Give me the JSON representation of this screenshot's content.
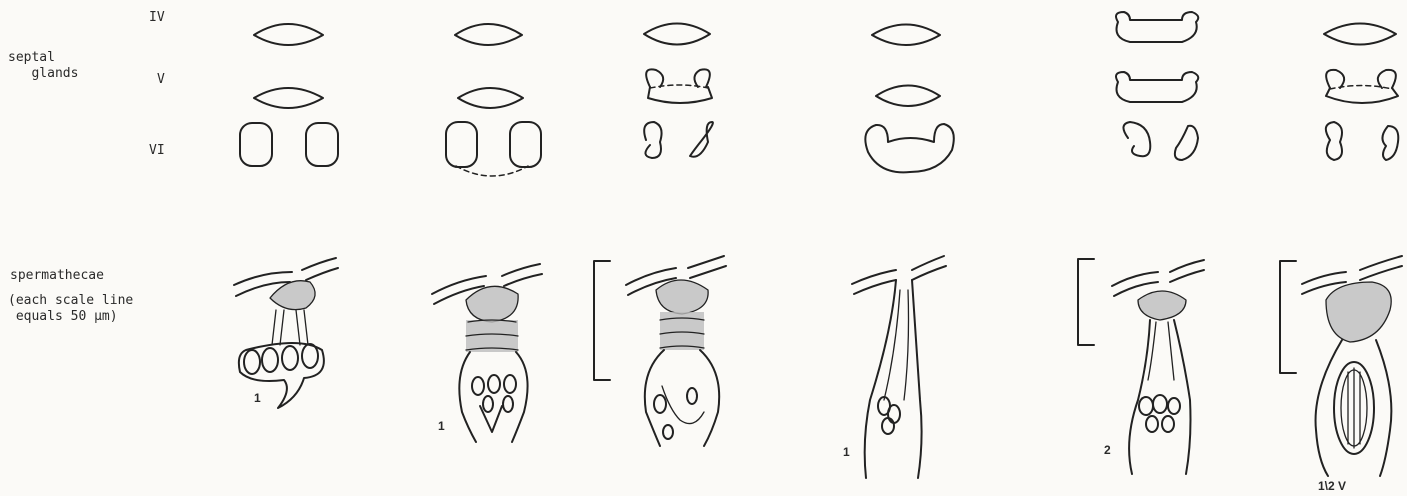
{
  "labels": {
    "segment_iv": "IV",
    "segment_v": "V",
    "segment_vi": "VI",
    "septal_glands": "septal\n   glands",
    "spermathecae": "spermathecae",
    "scale_note": "(each scale line\n equals 50 µm)"
  },
  "figure_numbers": [
    "1",
    "1",
    "1",
    "2",
    "1\\2 V"
  ]
}
